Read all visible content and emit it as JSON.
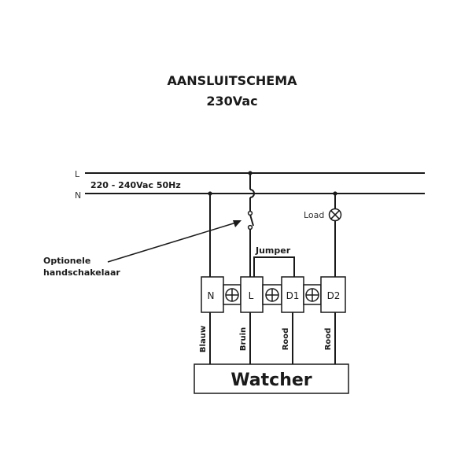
{
  "title": {
    "line1": "AANSLUITSCHEMA",
    "line2": "230Vac"
  },
  "mains": {
    "live_label": "L",
    "neutral_label": "N",
    "voltage_label": "220 - 240Vac 50Hz"
  },
  "load": {
    "label": "Load"
  },
  "switch_note": {
    "line1": "Optionele",
    "line2": "handschakelaar"
  },
  "jumper": {
    "label": "Jumper"
  },
  "terminals": [
    {
      "label": "N"
    },
    {
      "label": "L"
    },
    {
      "label": "D1"
    },
    {
      "label": "D2"
    }
  ],
  "wires": [
    {
      "label": "Blauw"
    },
    {
      "label": "Bruin"
    },
    {
      "label": "Rood"
    },
    {
      "label": "Rood"
    }
  ],
  "device": {
    "name": "Watcher"
  },
  "colors": {
    "ink": "#1a1a1a",
    "background": "#ffffff"
  }
}
